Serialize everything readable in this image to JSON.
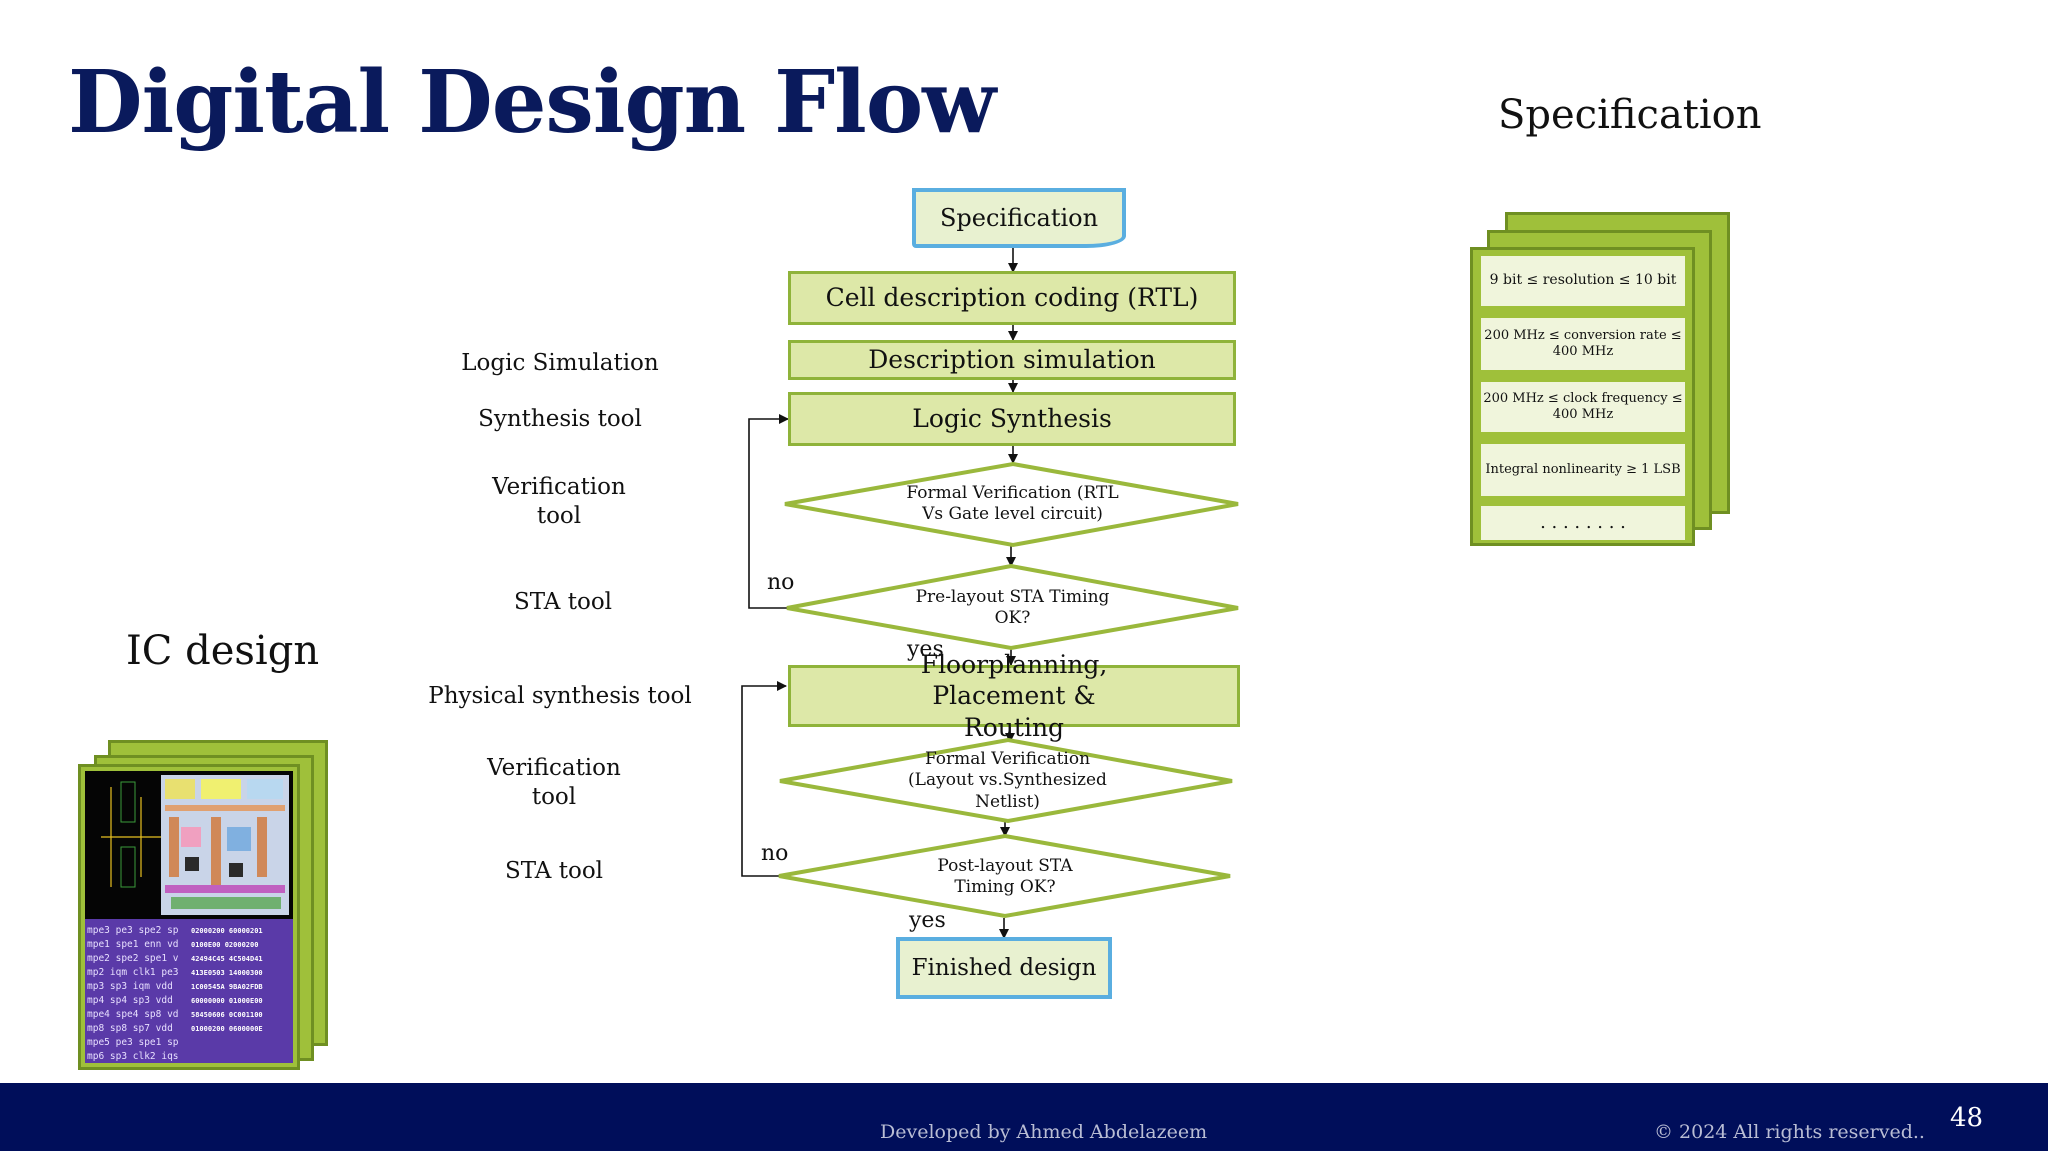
{
  "title": "Digital Design Flow",
  "side_labels": {
    "specification": "Specification",
    "ic_design": "IC design"
  },
  "tools": {
    "logic_simulation": "Logic Simulation",
    "synthesis_tool": "Synthesis tool",
    "verification_tool_1": "Verification tool",
    "sta_tool_1": "STA tool",
    "physical_synthesis_tool": "Physical synthesis tool",
    "verification_tool_2": "Verification tool",
    "sta_tool_2": "STA tool"
  },
  "flow": {
    "specification": "Specification",
    "cell_description": "Cell description coding (RTL)",
    "description_simulation": "Description simulation",
    "logic_synthesis": "Logic Synthesis",
    "formal_verification_1": "Formal Verification (RTL Vs Gate level circuit)",
    "pre_layout_sta": "Pre-layout STA Timing OK?",
    "floorplanning": "Floorplanning, Placement & Routing",
    "formal_verification_2": "Formal Verification (Layout vs.Synthesized Netlist)",
    "post_layout_sta": "Post-layout STA Timing OK?",
    "finished_design": "Finished design",
    "no_1": "no",
    "yes_1": "yes",
    "no_2": "no",
    "yes_2": "yes"
  },
  "spec_items": [
    "9 bit ≤ resolution ≤ 10 bit",
    "200 MHz ≤ conversion rate ≤ 400 MHz",
    "200 MHz ≤ clock frequency ≤ 400 MHz",
    "Integral nonlinearity ≥ 1 LSB",
    ". . . . . . . ."
  ],
  "footer": {
    "developer": "Developed by Ahmed Abdelazeem",
    "copyright": "© 2024 All rights reserved..",
    "page_number": "48"
  },
  "colors": {
    "title": "#0a1a5c",
    "node_fill": "#dde8a8",
    "node_border": "#8fb33a",
    "doc_border": "#5aaee0",
    "footer": "#000e5a"
  }
}
